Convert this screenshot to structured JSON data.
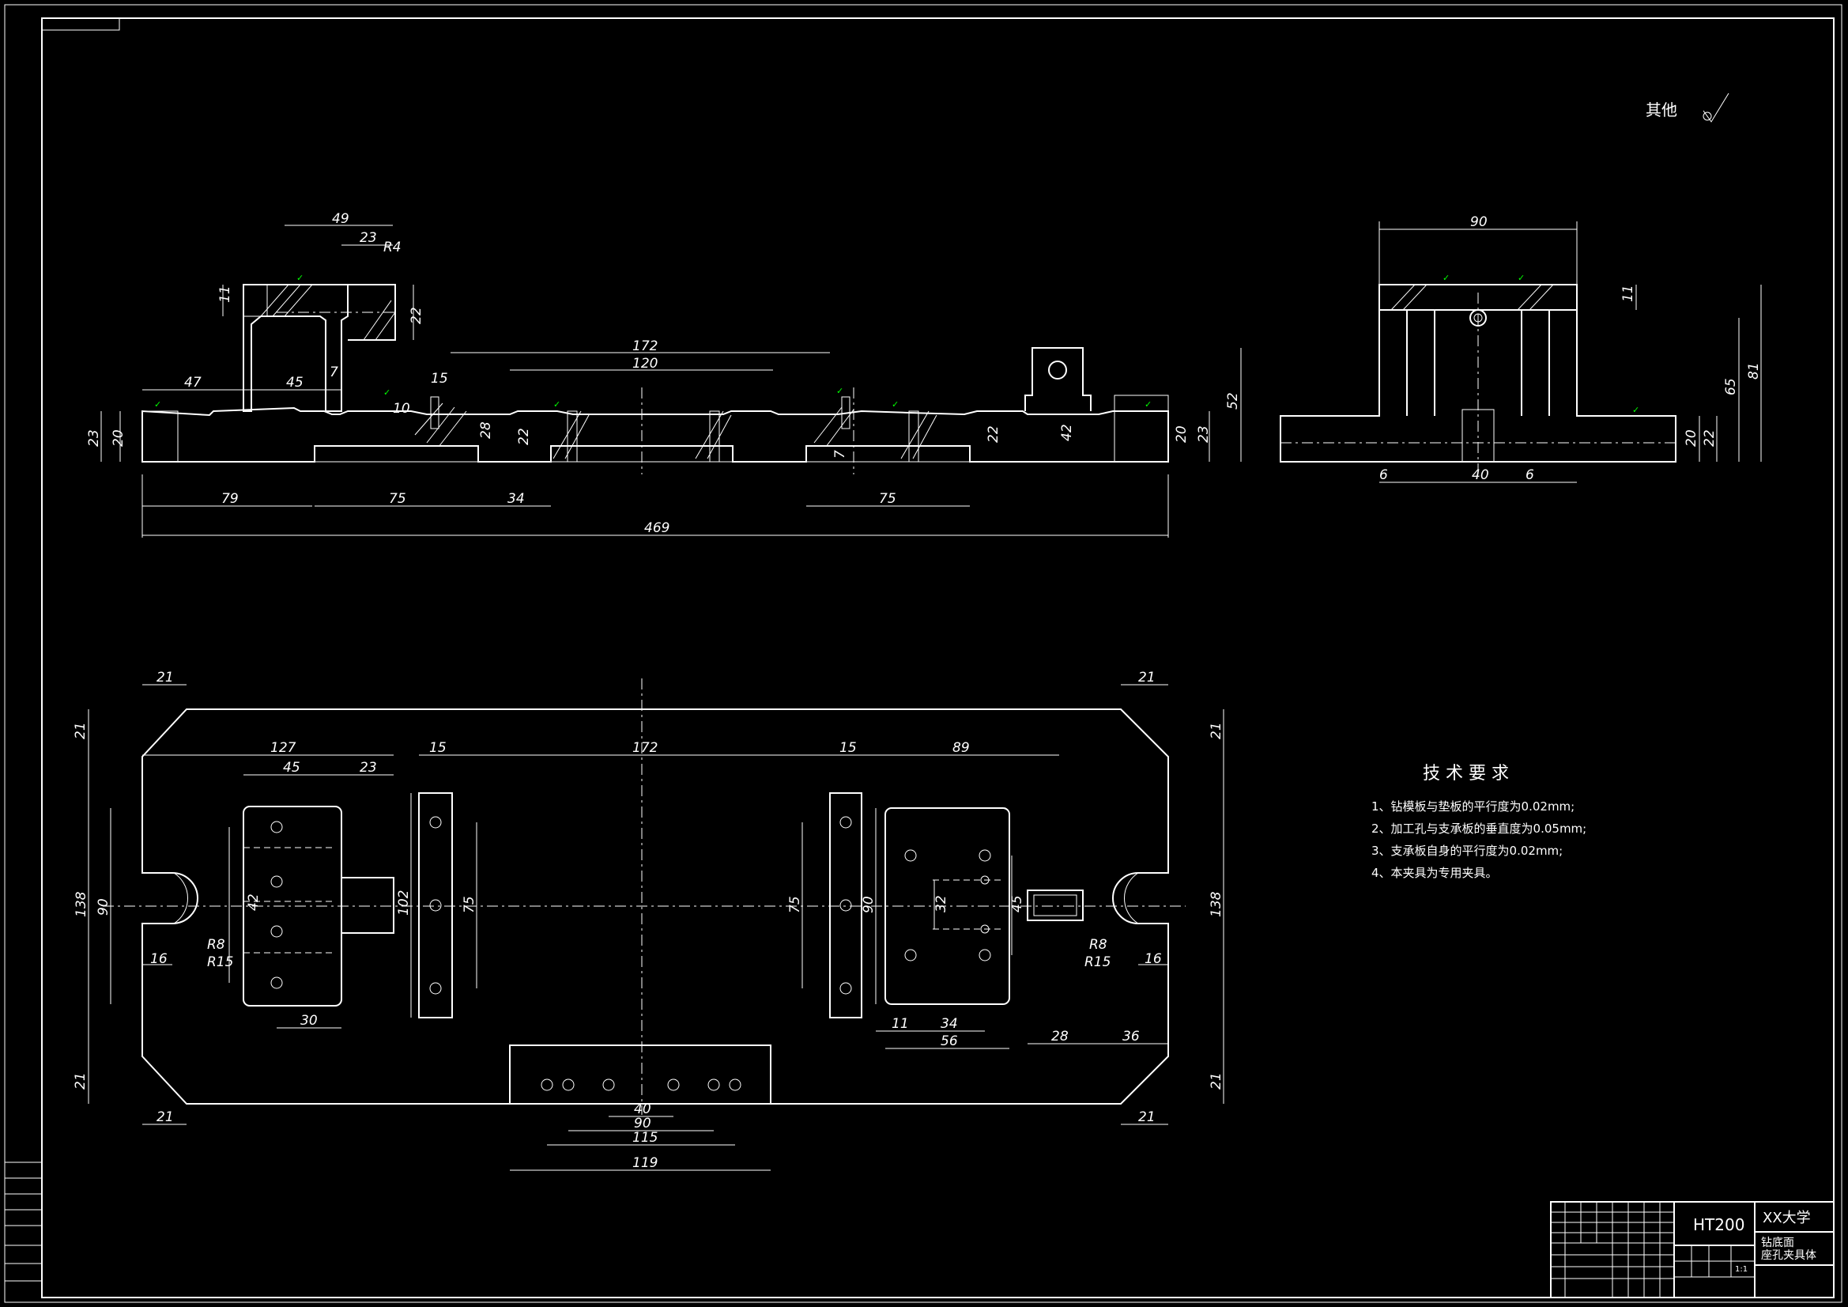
{
  "roughness_note": "其他",
  "tech_requirements": {
    "title": "技 术 要 求",
    "items": [
      "1、钻模板与垫板的平行度为0.02mm;",
      "2、加工孔与支承板的垂直度为0.05mm;",
      "3、支承板自身的平行度为0.02mm;",
      "4、本夹具为专用夹具。"
    ]
  },
  "title_block": {
    "material": "HT200",
    "school": "XX大学",
    "drawing_name_1": "钻底面",
    "drawing_name_2": "座孔夹具体",
    "scale": "1:1"
  },
  "dims_front": [
    "49",
    "23",
    "R4",
    "11",
    "22",
    "47",
    "45",
    "7",
    "15",
    "10",
    "28",
    "22",
    "172",
    "120",
    "52",
    "42",
    "22",
    "23",
    "20",
    "7",
    "79",
    "75",
    "34",
    "75",
    "469",
    "20",
    "23"
  ],
  "dims_side": [
    "90",
    "11",
    "65",
    "81",
    "20",
    "22",
    "6",
    "40",
    "6"
  ],
  "dims_plan": [
    "21",
    "21",
    "21",
    "21",
    "21",
    "21",
    "21",
    "21",
    "127",
    "45",
    "23",
    "15",
    "172",
    "15",
    "89",
    "138",
    "90",
    "42",
    "102",
    "75",
    "75",
    "90",
    "32",
    "45",
    "138",
    "R8",
    "R15",
    "16",
    "30",
    "R8",
    "R15",
    "16",
    "11",
    "34",
    "56",
    "28",
    "36",
    "40",
    "90",
    "115",
    "119"
  ],
  "colors": {
    "background": "#000000",
    "lines": "#ffffff",
    "symbols": "#00ff00"
  }
}
